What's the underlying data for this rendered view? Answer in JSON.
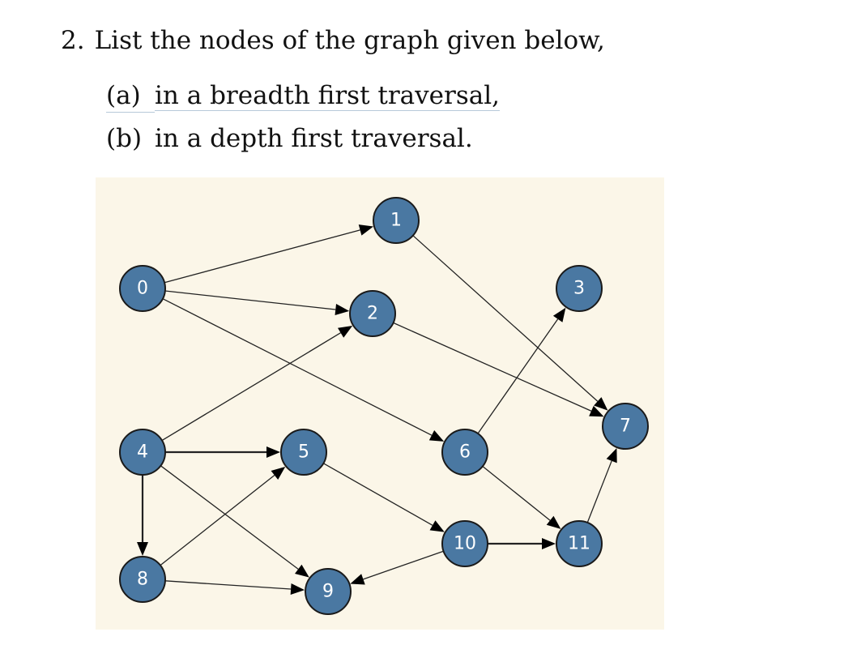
{
  "question": {
    "number": "2.",
    "text": "List the nodes of the graph given below,"
  },
  "items": [
    {
      "marker": "(a)",
      "text": "in a breadth first traversal,"
    },
    {
      "marker": "(b)",
      "text": "in a depth first traversal."
    }
  ],
  "graph": {
    "node_fill": "#4a78a2",
    "panel_background": "#fbf6e8",
    "nodes": [
      "0",
      "1",
      "2",
      "3",
      "4",
      "5",
      "6",
      "7",
      "8",
      "9",
      "10",
      "11"
    ],
    "edges": [
      [
        "0",
        "1"
      ],
      [
        "0",
        "2"
      ],
      [
        "0",
        "6"
      ],
      [
        "1",
        "7"
      ],
      [
        "2",
        "7"
      ],
      [
        "4",
        "2"
      ],
      [
        "4",
        "5"
      ],
      [
        "4",
        "9"
      ],
      [
        "4",
        "8"
      ],
      [
        "5",
        "10"
      ],
      [
        "6",
        "3"
      ],
      [
        "6",
        "11"
      ],
      [
        "8",
        "5"
      ],
      [
        "8",
        "9"
      ],
      [
        "10",
        "9"
      ],
      [
        "10",
        "11"
      ],
      [
        "11",
        "7"
      ]
    ]
  }
}
